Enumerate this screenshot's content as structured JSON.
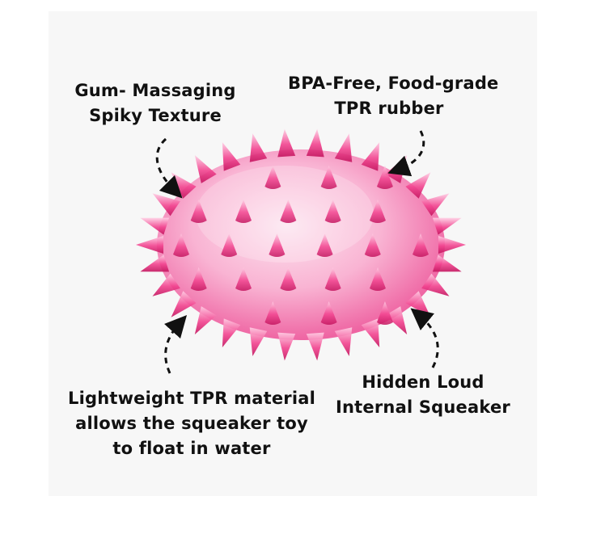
{
  "captions": {
    "top_left": [
      "Gum- Massaging",
      "Spiky Texture"
    ],
    "top_right": [
      "BPA-Free, Food-grade",
      "TPR rubber"
    ],
    "bottom_left": [
      "Lightweight TPR material",
      "allows the squeaker toy",
      "to float in water"
    ],
    "bottom_right": [
      "Hidden Loud",
      "Internal Squeaker"
    ]
  },
  "colors": {
    "toy_body": "#f79bc5",
    "toy_spike": "#f2438f",
    "toy_spike_dark": "#d11a6a",
    "background": "#f7f7f7",
    "text": "#111111"
  },
  "icons": [
    "dashed-arrow-icon"
  ]
}
